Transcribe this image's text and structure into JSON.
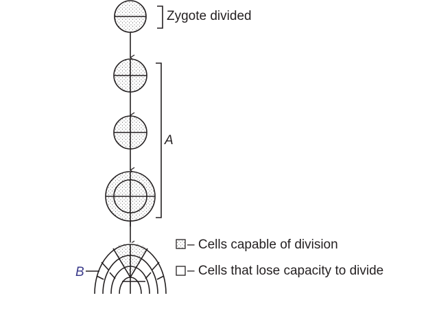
{
  "labels": {
    "zygote": "Zygote divided",
    "a": "A",
    "b": "B"
  },
  "legend": [
    {
      "text": "– Cells capable of division",
      "symbol": "stippled-square"
    },
    {
      "text": "– Cells that lose capacity to divide",
      "symbol": "empty-square"
    }
  ],
  "colors": {
    "ink": "#231f20",
    "label_accent": "#3a3a8a"
  }
}
